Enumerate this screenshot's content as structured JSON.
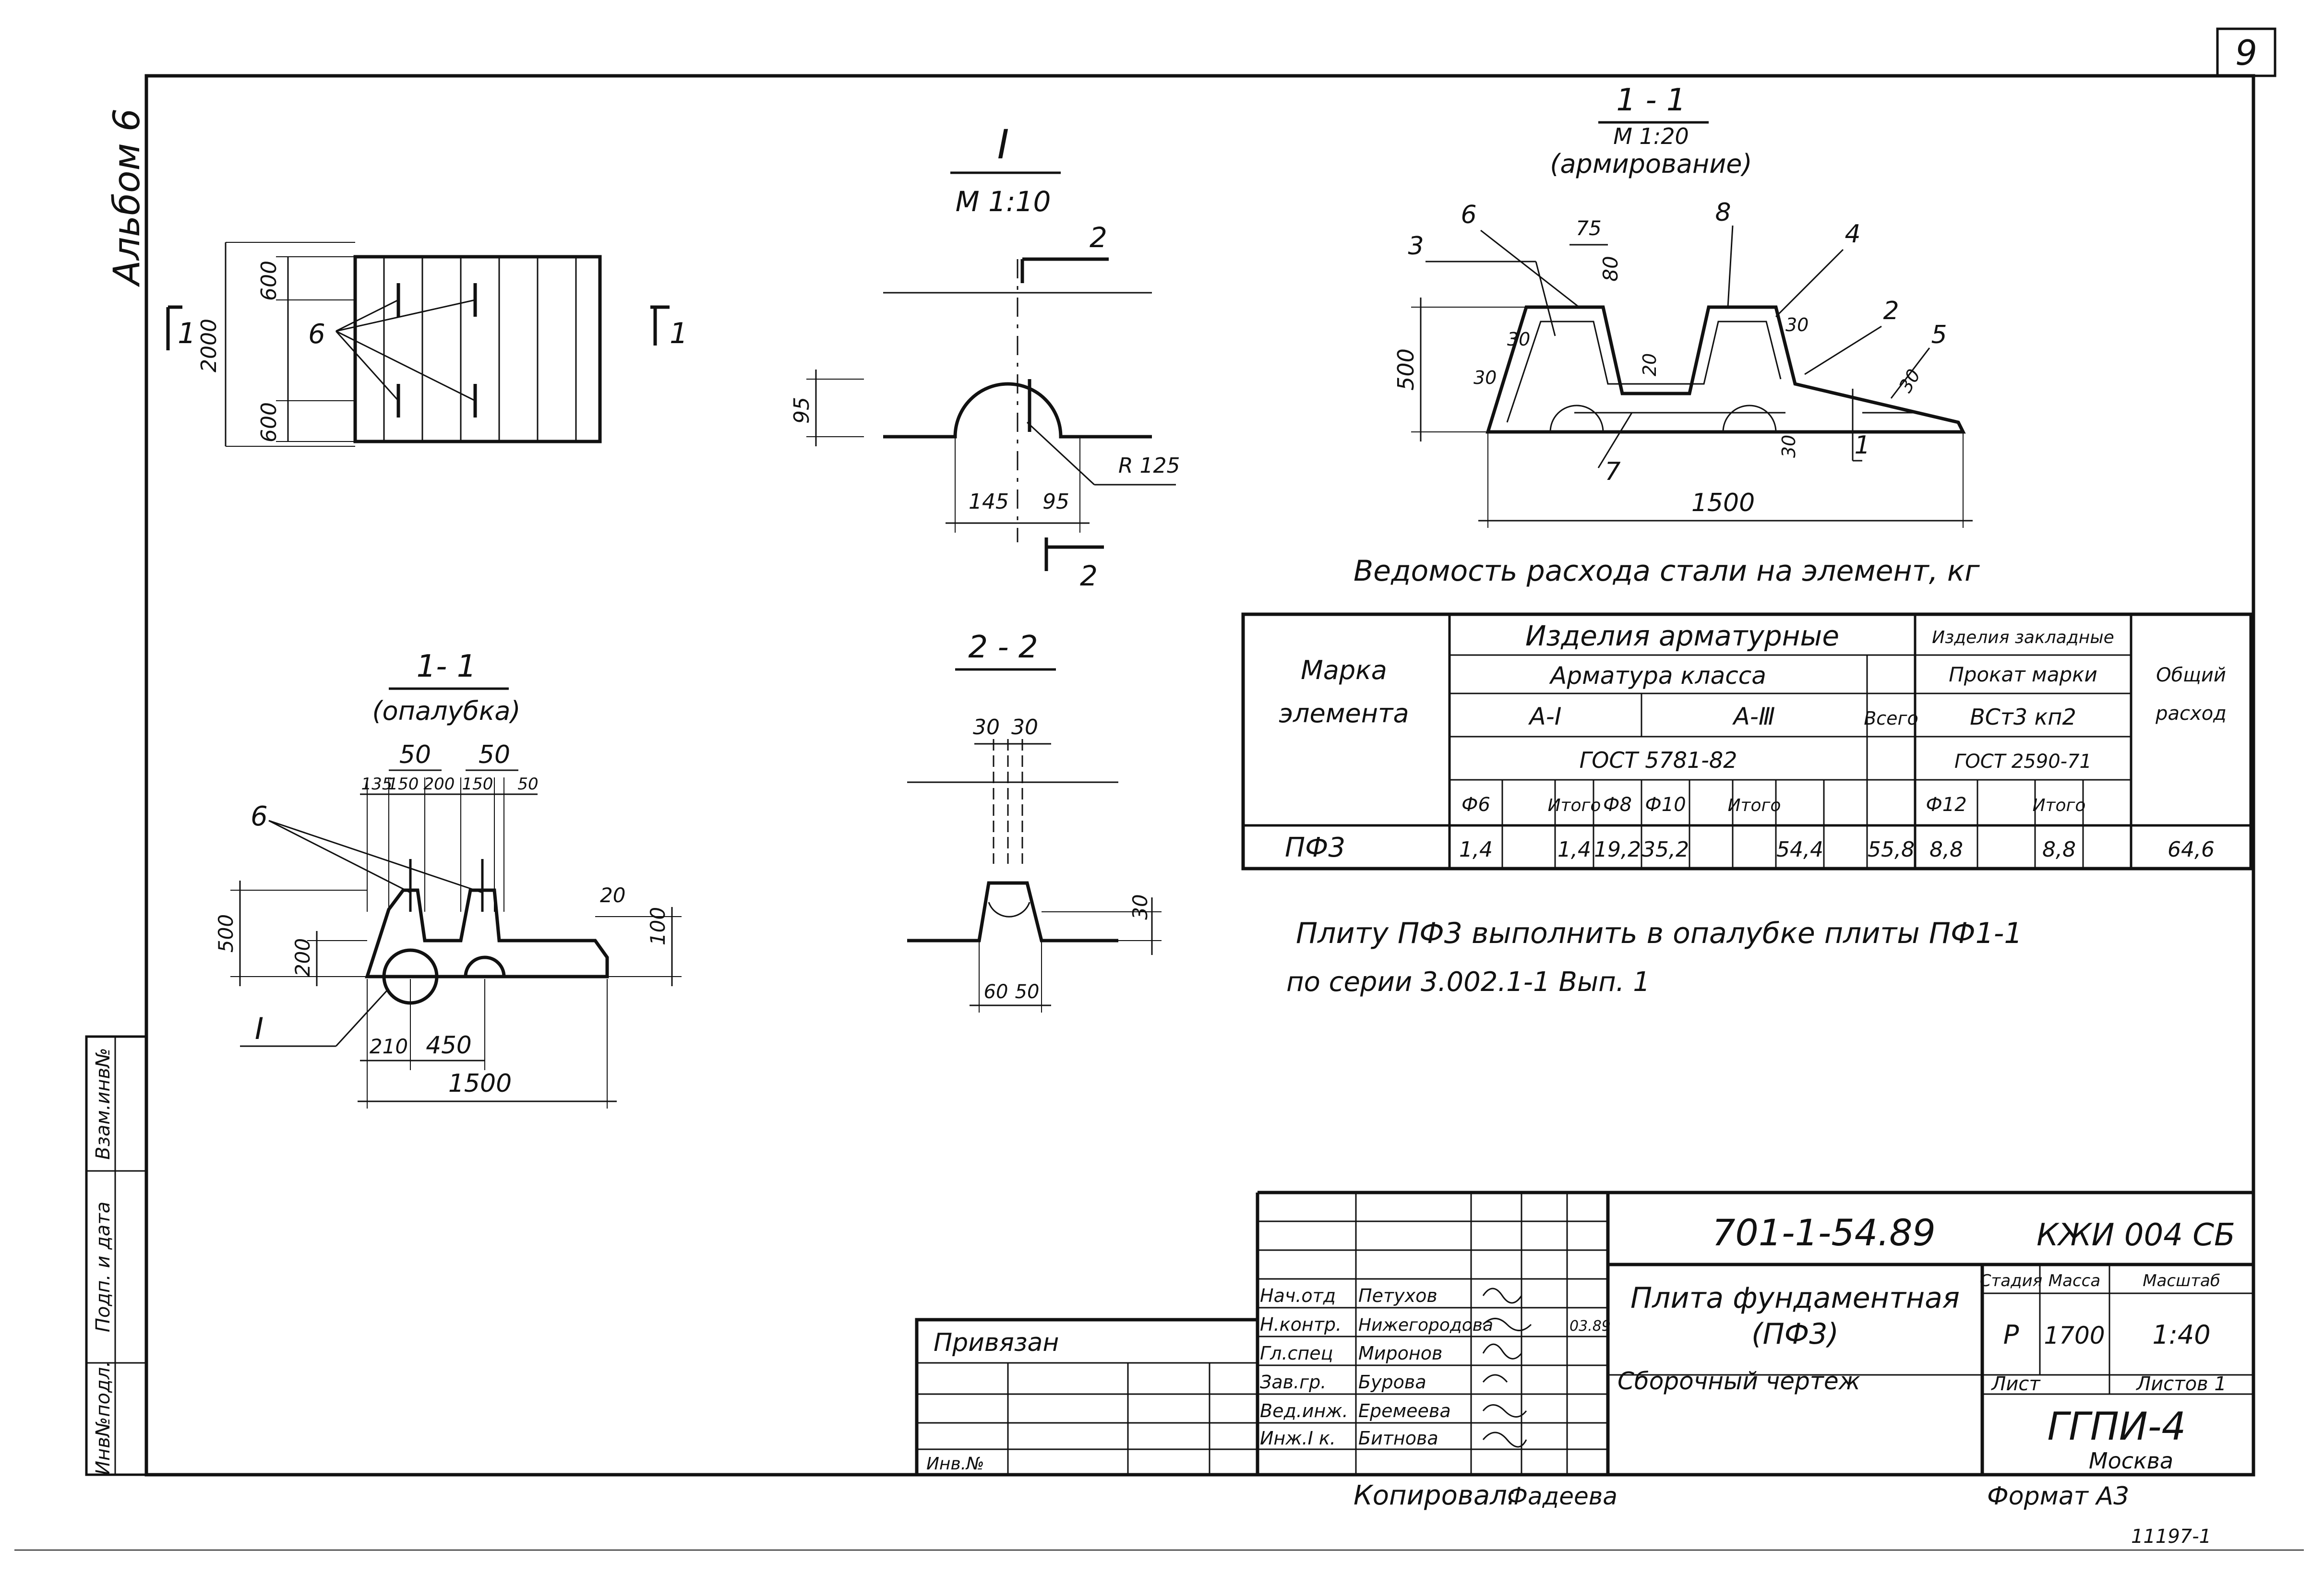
{
  "sheet": {
    "sheet_number": "9",
    "album_label": "Альбом 6"
  },
  "left_stamps": {
    "inv_podl": "Инв№подл.",
    "podp_data": "Подп. и дата",
    "vzam_inv": "Взам.инв№"
  },
  "plan_view": {
    "section_mark": "1",
    "dims": [
      "600",
      "2000",
      "600"
    ],
    "callout": "6"
  },
  "detail_I": {
    "title": "I",
    "scale": "М 1:10",
    "cut_mark": "2",
    "dims": [
      "95",
      "145",
      "95",
      "R 125"
    ]
  },
  "section_1_1_reinf": {
    "title": "1 - 1",
    "scale": "М 1:20",
    "subtitle": "(армирование)",
    "callouts": [
      "6",
      "3",
      "8",
      "4",
      "2",
      "5",
      "7",
      "1"
    ],
    "dims": [
      "75",
      "80",
      "500",
      "30",
      "30",
      "20",
      "30",
      "30",
      "30",
      "1500"
    ]
  },
  "section_1_1_form": {
    "title": "1- 1",
    "subtitle": "(опалубка)",
    "dims_top": [
      "50",
      "50"
    ],
    "dims_row": [
      "135",
      "150",
      "200",
      "150",
      "50"
    ],
    "callout": "6",
    "dims_left": [
      "500",
      "200"
    ],
    "dims_right": [
      "20",
      "100"
    ],
    "detail_mark": "I",
    "dims_bottom": [
      "210",
      "450"
    ],
    "total": "1500"
  },
  "section_2_2": {
    "title": "2 - 2",
    "dims_top": [
      "30",
      "30"
    ],
    "dims_right": [
      "30"
    ],
    "dims_bottom": [
      "60",
      "50"
    ]
  },
  "steel_table": {
    "title": "Ведомость расхода стали на элемент, кг",
    "h_mark": [
      "Марка",
      "элемента"
    ],
    "h_arm_products": "Изделия арматурные",
    "h_arm_class": "Арматура класса",
    "h_AI": "А-I",
    "h_AIII": "А-Ⅲ",
    "h_gost_arm": "ГОСТ 5781-82",
    "h_total": "Всего",
    "h_embedded": "Изделия закладные",
    "h_rolled": "Прокат марки",
    "h_steel_grade": "ВСт3 кп2",
    "h_gost_rolled": "ГОСТ 2590-71",
    "h_overall": [
      "Общий",
      "расход"
    ],
    "sub_headers": [
      "Ф6",
      "",
      "Итого",
      "Ф8",
      "Ф10",
      "",
      "Итого",
      "",
      "Ф12",
      "",
      "Итого",
      ""
    ],
    "row_mark": "ПФ3",
    "row_values": [
      "1,4",
      "",
      "1,4",
      "19,2",
      "35,2",
      "",
      "54,4",
      "55,8",
      "8,8",
      "",
      "8,8",
      "64,6"
    ]
  },
  "note": {
    "line1": "Плиту ПФ3 выполнить в опалубке плиты ПФ1-1",
    "line2": "по серии 3.002.1-1 Вып. 1"
  },
  "title_block": {
    "doc_code": "701-1-54.89",
    "doc_mark": "КЖИ 004 СБ",
    "item_title_1": "Плита фундаментная",
    "item_title_2": "(ПФ3)",
    "drawing_type": "Сборочный чертеж",
    "h_stage": "Стадия",
    "h_mass": "Масса",
    "h_scale": "Масштаб",
    "stage": "Р",
    "mass": "1700",
    "scale": "1:40",
    "h_sheet": "Лист",
    "h_sheets": "Листов 1",
    "org": "ГГПИ-4",
    "org_city": "Москва",
    "linked": "Привязан",
    "inv_no": "Инв.№",
    "format_label": "Формат А3",
    "roles": [
      "Нач.отд",
      "Н.контр.",
      "Гл.спец",
      "Зав.гр.",
      "Вед.инж.",
      "Инж.I к."
    ],
    "names": [
      "Петухов",
      "Нижегородова",
      "Миронов",
      "Бурова",
      "Еремеева",
      "Битнова"
    ],
    "date": "03.89"
  },
  "footer": {
    "copied": "Копировал:",
    "copied_sig": "Фадеева",
    "archive_no": "11197-1"
  }
}
